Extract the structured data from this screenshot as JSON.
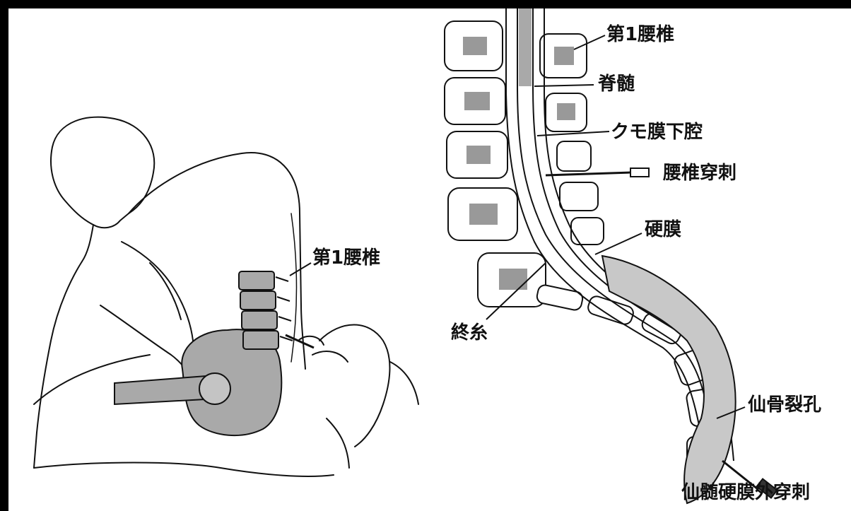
{
  "labels": {
    "patient_l1": "第1腰椎",
    "l1": "第1腰椎",
    "spinal_cord": "脊髄",
    "subarachnoid": "クモ膜下腔",
    "lumbar_puncture": "腰椎穿刺",
    "dura": "硬膜",
    "filum_terminale": "終糸",
    "sacral_hiatus": "仙骨裂孔",
    "sacral_epidural_puncture": "仙髄硬膜外穿刺"
  },
  "colors": {
    "background_border": "#000000",
    "panel": "#ffffff",
    "line": "#111111",
    "bone_shade": "#a9a9a9"
  }
}
